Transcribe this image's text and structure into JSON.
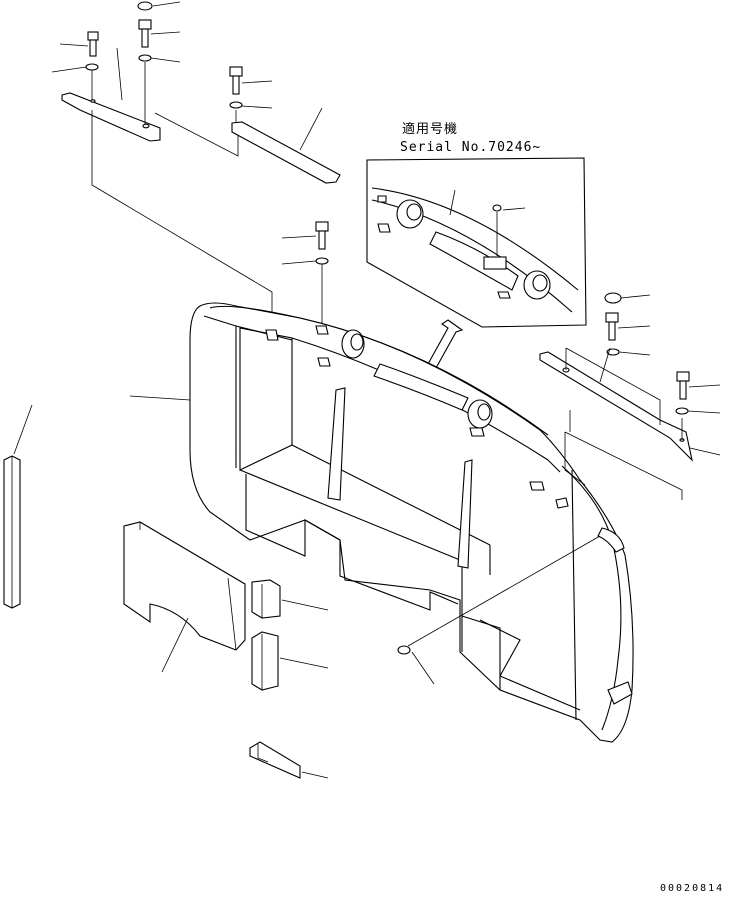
{
  "inset": {
    "applicability_label": "適用号機",
    "serial_label": "Serial No.70246~"
  },
  "drawing_code": "00020814"
}
